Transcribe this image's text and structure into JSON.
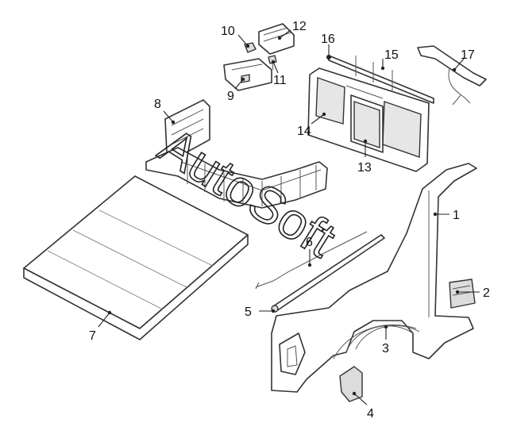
{
  "callouts": [
    {
      "id": "1",
      "label": "1"
    },
    {
      "id": "2",
      "label": "2"
    },
    {
      "id": "3",
      "label": "3"
    },
    {
      "id": "4",
      "label": "4"
    },
    {
      "id": "5",
      "label": "5"
    },
    {
      "id": "6",
      "label": "6"
    },
    {
      "id": "7",
      "label": "7"
    },
    {
      "id": "8",
      "label": "8"
    },
    {
      "id": "9",
      "label": "9"
    },
    {
      "id": "10",
      "label": "10"
    },
    {
      "id": "11",
      "label": "11"
    },
    {
      "id": "12",
      "label": "12"
    },
    {
      "id": "13",
      "label": "13"
    },
    {
      "id": "14",
      "label": "14"
    },
    {
      "id": "15",
      "label": "15"
    },
    {
      "id": "16",
      "label": "16"
    },
    {
      "id": "17",
      "label": "17"
    }
  ],
  "watermark": "AutoSoft",
  "colors": {
    "line": "#333333",
    "background": "#ffffff",
    "fill_grey": "#dcdcdc"
  }
}
